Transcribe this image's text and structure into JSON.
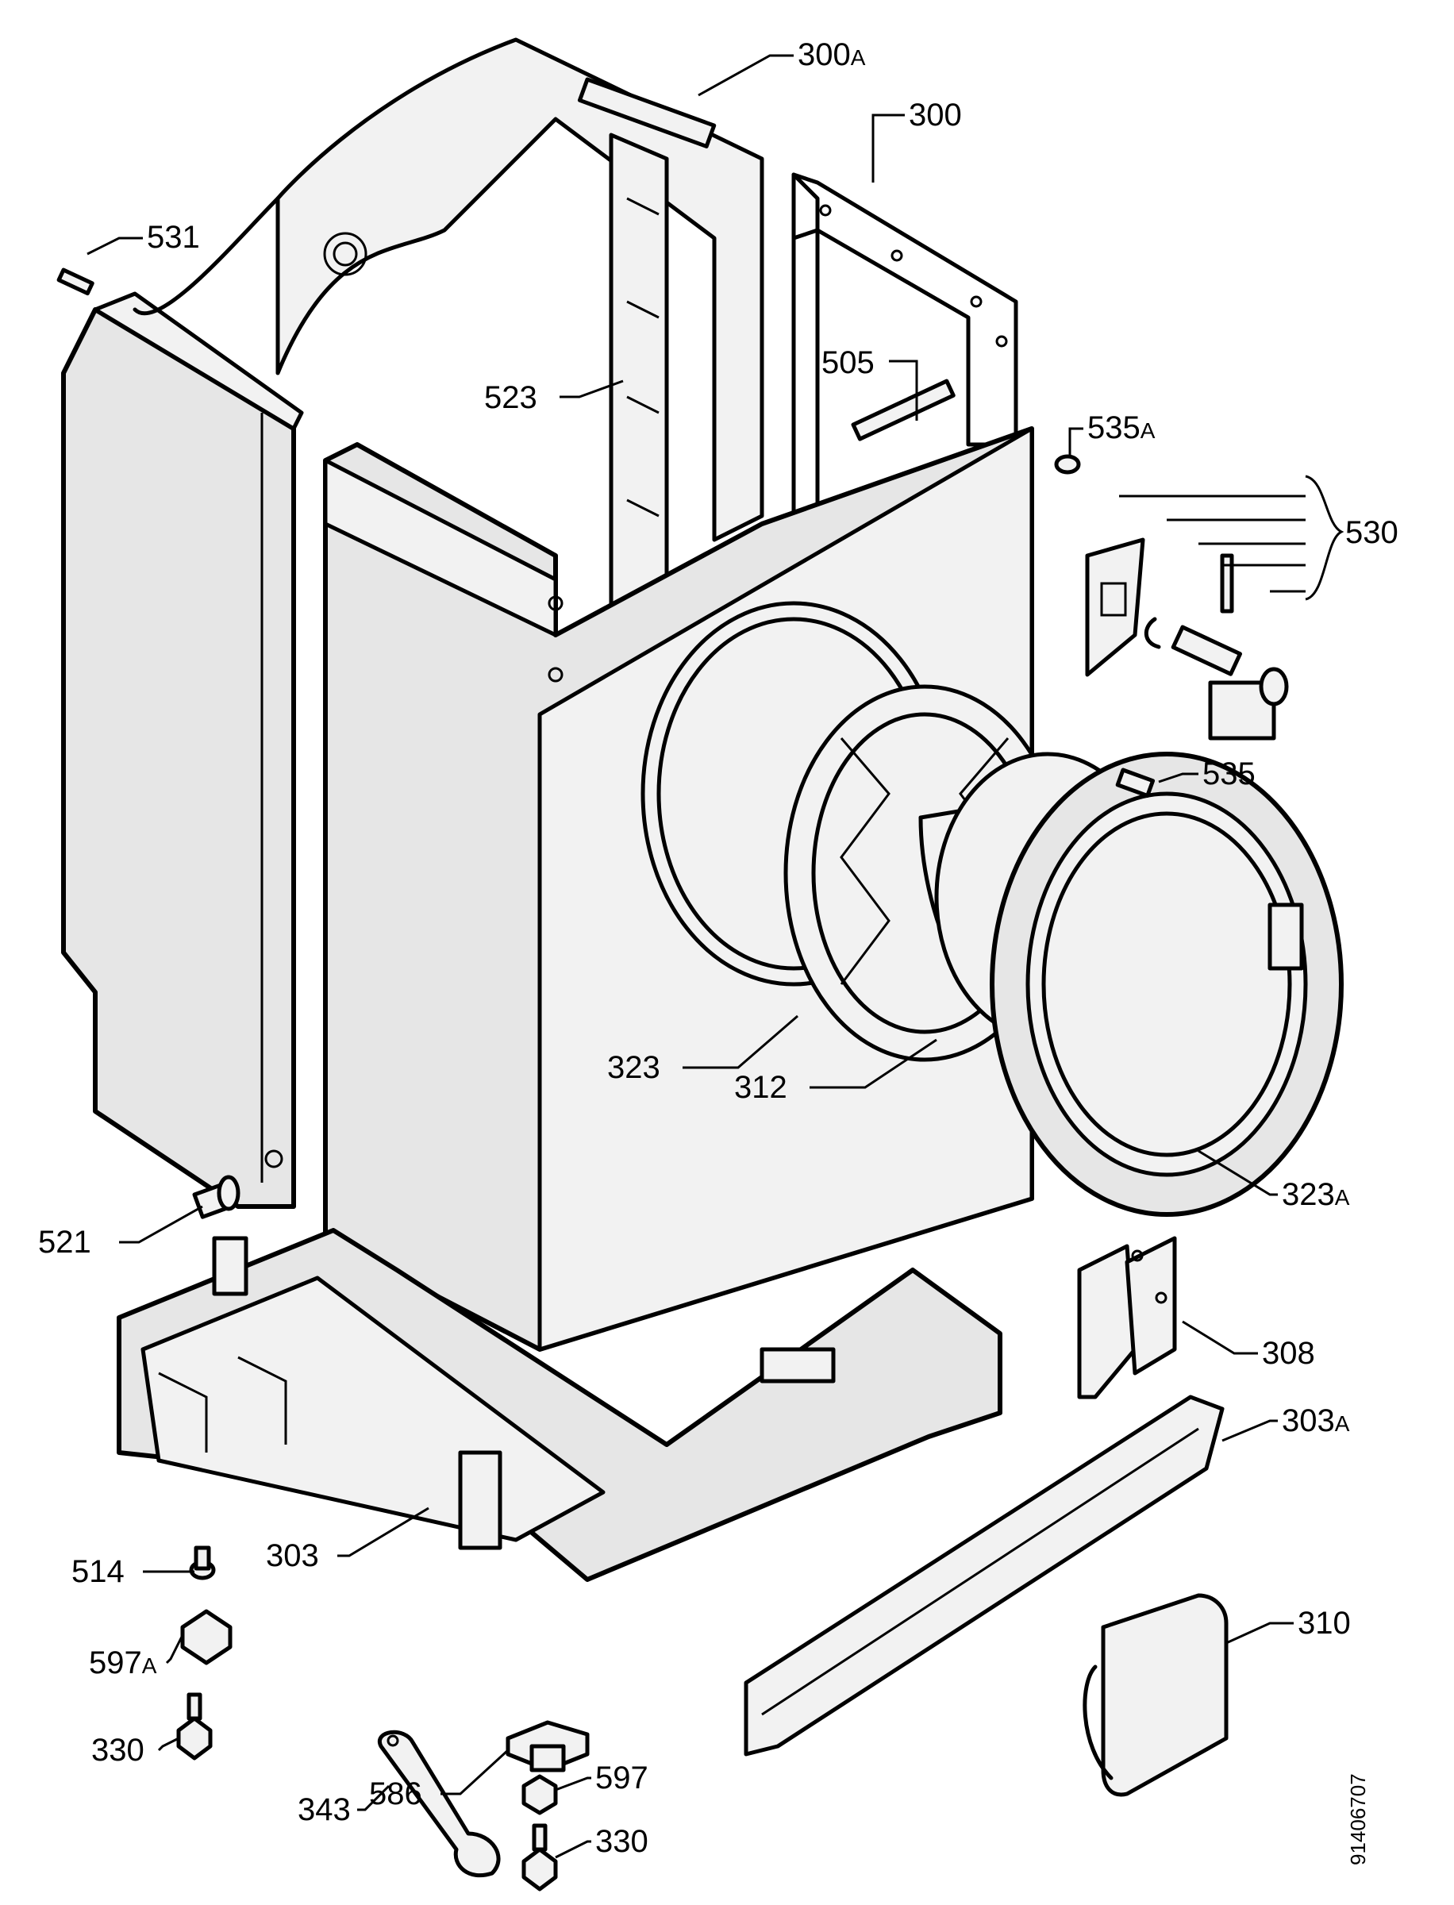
{
  "labels": {
    "l300A": {
      "num": "300",
      "suffix": "A"
    },
    "l300": {
      "num": "300",
      "suffix": ""
    },
    "l531": {
      "num": "531",
      "suffix": ""
    },
    "l505": {
      "num": "505",
      "suffix": ""
    },
    "l523": {
      "num": "523",
      "suffix": ""
    },
    "l535A": {
      "num": "535",
      "suffix": "A"
    },
    "l530": {
      "num": "530",
      "suffix": ""
    },
    "l535": {
      "num": "535",
      "suffix": ""
    },
    "l323": {
      "num": "323",
      "suffix": ""
    },
    "l312": {
      "num": "312",
      "suffix": ""
    },
    "l323A": {
      "num": "323",
      "suffix": "A"
    },
    "l521": {
      "num": "521",
      "suffix": ""
    },
    "l308": {
      "num": "308",
      "suffix": ""
    },
    "l303A": {
      "num": "303",
      "suffix": "A"
    },
    "l514": {
      "num": "514",
      "suffix": ""
    },
    "l597A": {
      "num": "597",
      "suffix": "A"
    },
    "l303": {
      "num": "303",
      "suffix": ""
    },
    "l310": {
      "num": "310",
      "suffix": ""
    },
    "l330a": {
      "num": "330",
      "suffix": ""
    },
    "l586": {
      "num": "586",
      "suffix": ""
    },
    "l597": {
      "num": "597",
      "suffix": ""
    },
    "l343": {
      "num": "343",
      "suffix": ""
    },
    "l330b": {
      "num": "330",
      "suffix": ""
    }
  },
  "document_id": "91406707"
}
